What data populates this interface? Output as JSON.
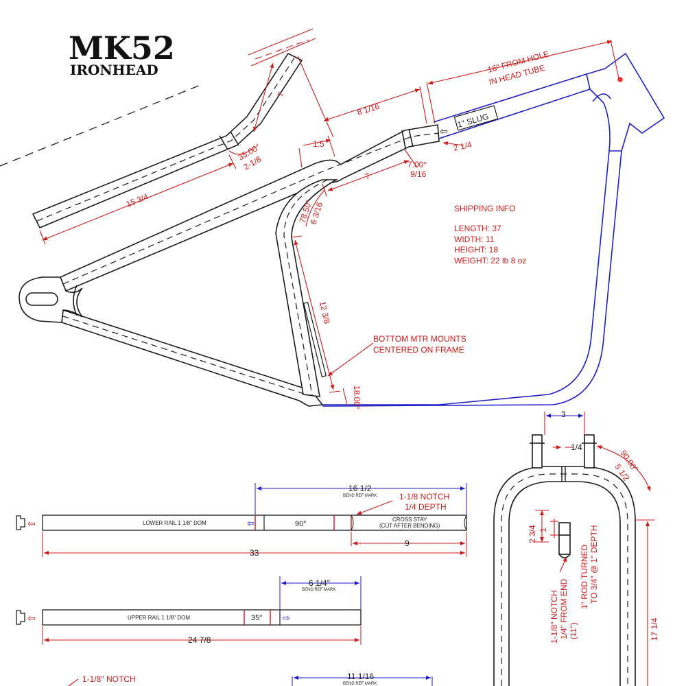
{
  "title": {
    "model": "MK52",
    "name": "IRONHEAD"
  },
  "colors": {
    "dim_red": "#d01a1a",
    "dim_blue": "#1a1ad0",
    "frame_blue": "#1e1ec8",
    "ink": "#1a1a1a"
  },
  "frame": {
    "head_note_line1": "16\" FROM HOLE",
    "head_note_line2": "IN HEAD TUBE",
    "slug": "1\" SLUG",
    "dim_8_1_16": "8 1/16",
    "dim_2_1_4": "2 1/4",
    "dim_1_5": "1.5",
    "dim_7_top": "7",
    "dim_7_mid": "7",
    "angle_7": "7.00°",
    "dim_9_16": "9/16",
    "angle_35": "35.00°",
    "dim_2_1_8": "2-1/8",
    "dim_15_3_4": "15 3/4",
    "angle_78_5": "78.50°",
    "dim_6_3_16": "6 3/16",
    "dim_12_3_8": "12 3/8",
    "angle_18": "18.00°",
    "mount_line1": "BOTTOM MTR MOUNTS",
    "mount_line2": "CENTERED ON FRAME"
  },
  "shipping": {
    "heading": "SHIPPING INFO",
    "length": "LENGTH: 37",
    "width": "WIDTH: 11",
    "height": "HEIGHT: 18",
    "weight": "WEIGHT: 22 lb 8 oz"
  },
  "lower_rail": {
    "label": "LOWER RAIL 1 1/8\" DOM",
    "angle": "90°",
    "cross_line1": "CROSS STAY",
    "cross_line2": "(CUT AFTER BENDING)",
    "dim_16_1_2": "16 1/2",
    "bend_ref": "BEND REF MARK",
    "notch_line1": "1-1/8 NOTCH",
    "notch_line2": "1/4 DEPTH",
    "dim_33": "33",
    "dim_9": "9"
  },
  "upper_rail": {
    "label": "UPPER RAIL 1 1/8\" DOM",
    "angle": "35°",
    "dim_6_1_4": "6 1/4\"",
    "bend_ref": "BEND REF MARK",
    "dim_24_7_8": "24 7/8"
  },
  "bottom": {
    "notch": "1-1/8\" NOTCH",
    "dim_11_1_16": "11 1/16",
    "bend_ref": "BEND REF MARK"
  },
  "u_rail": {
    "dim_3": "3",
    "dim_1_4": "1/4",
    "angle_90": "90.00°",
    "dim_5_1_2": "5 1/2",
    "dim_2_3_4": "2 3/4",
    "dim_1": "1",
    "rod_line1": "1\" ROD TURNED",
    "rod_line2": "TO 3/4\" @ 1\" DEPTH",
    "notch_line1": "1-1/8\" NOTCH",
    "notch_line2": "1/4\" FROM END",
    "notch_line3": "(11\")",
    "dim_17_1_4": "17 1/4"
  }
}
